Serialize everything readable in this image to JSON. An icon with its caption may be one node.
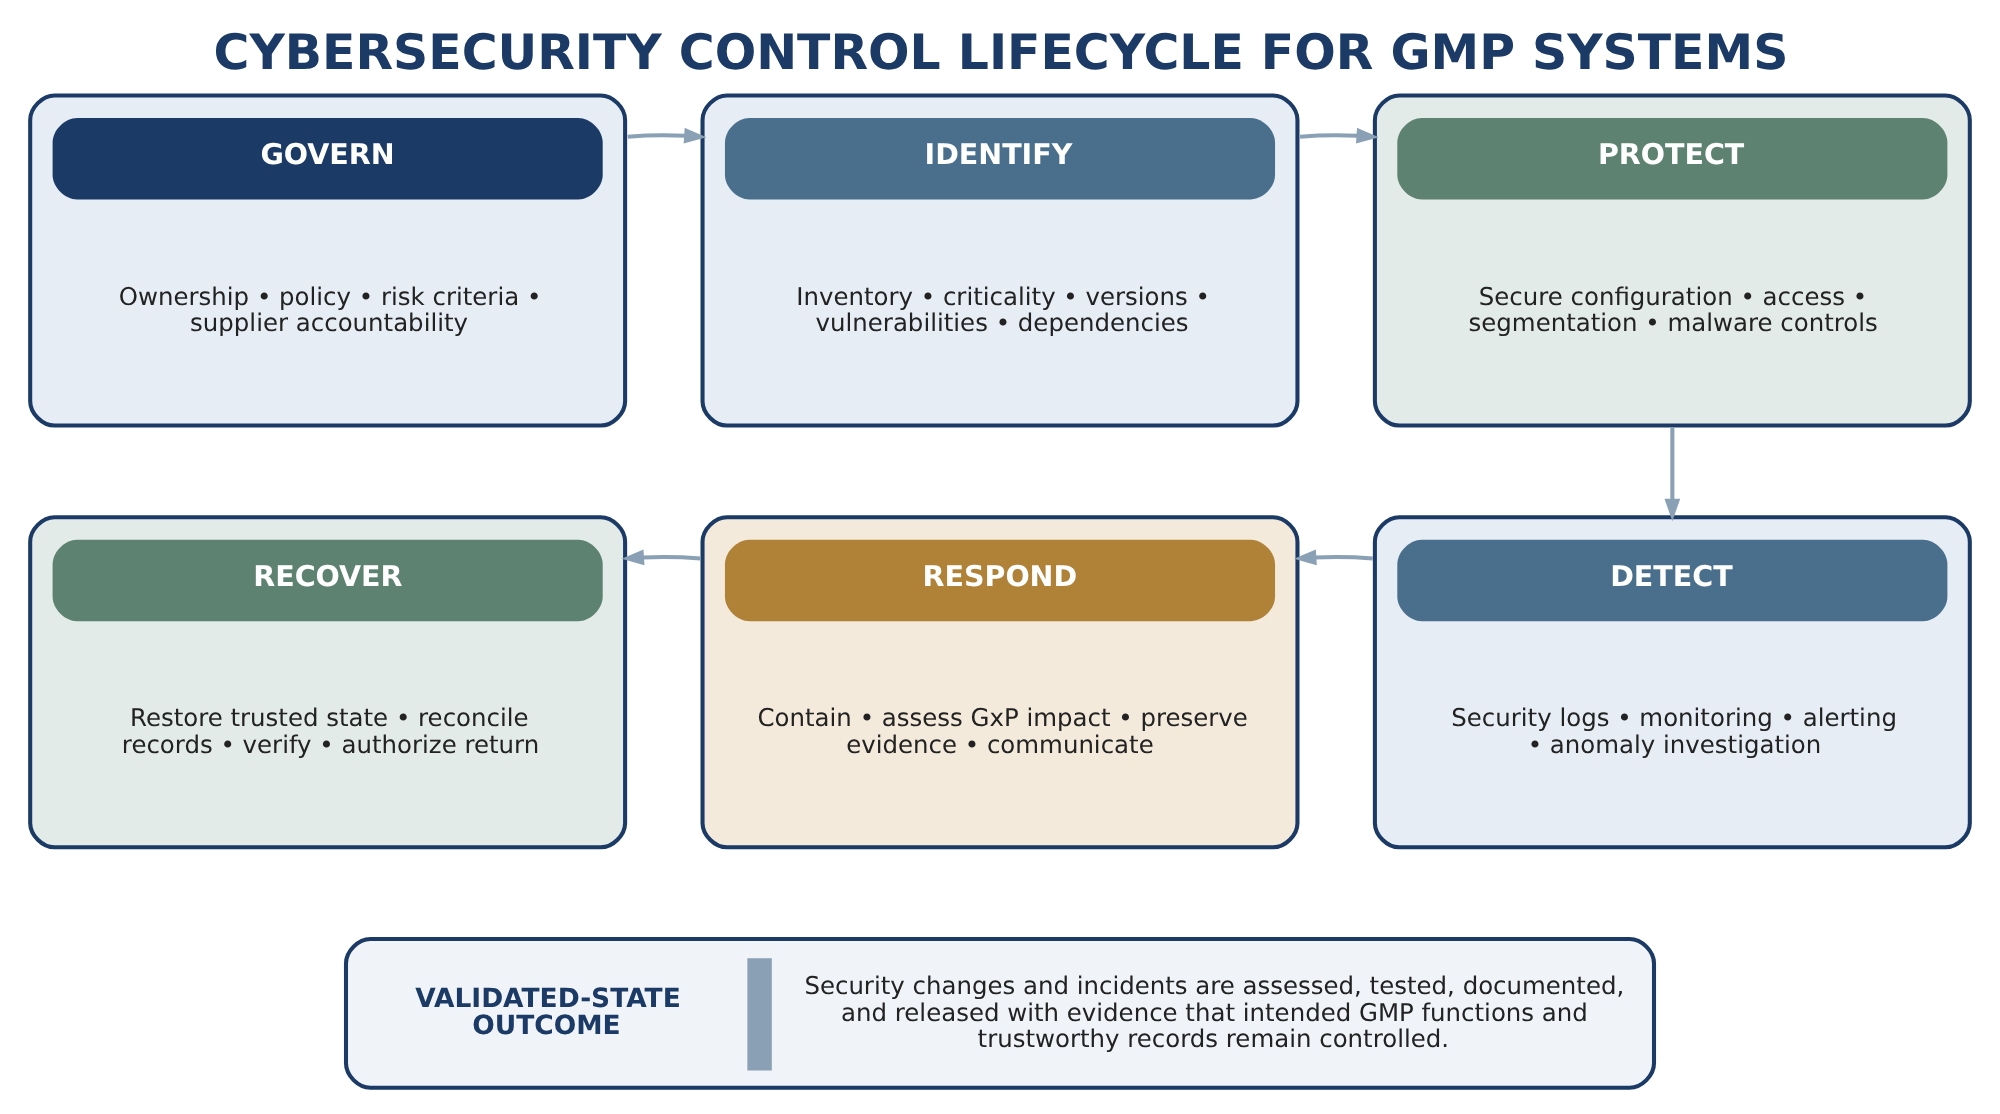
{
  "diagram": {
    "title": "CYBERSECURITY CONTROL LIFECYCLE FOR GMP SYSTEMS",
    "nodes": [
      {
        "text": [
          "GOVERN",
          "Ownership • policy • risk criteria • supplier accountability"
        ]
      },
      {
        "text": [
          "IDENTIFY",
          "Inventory • criticality • versions • vulnerabilities • dependencies"
        ]
      },
      {
        "text": [
          "PROTECT",
          "Secure configuration • access • segmentation • malware controls"
        ]
      },
      {
        "text": [
          "RECOVER",
          "Restore trusted state • reconcile records • verify • authorize return"
        ]
      },
      {
        "text": [
          "RESPOND",
          "Contain • assess GxP impact • preserve evidence • communicate"
        ]
      },
      {
        "text": [
          "DETECT",
          "Security logs • monitoring • alerting • anomaly investigation"
        ]
      },
      {
        "text": [
          "VALIDATED-STATE OUTCOME",
          "Security changes and incidents are assessed, tested, documented, and released with evidence that intended GMP functions and trustworthy records remain controlled."
        ]
      }
    ],
    "edges": [
      {
        "from": 0,
        "to": 1,
        "arrow": "to"
      },
      {
        "from": 1,
        "to": 2,
        "arrow": "to"
      },
      {
        "from": 2,
        "to": 5,
        "arrow": "to"
      },
      {
        "from": 5,
        "to": 4,
        "arrow": "to"
      },
      {
        "from": 4,
        "to": 3,
        "arrow": "to"
      }
    ]
  }
}
